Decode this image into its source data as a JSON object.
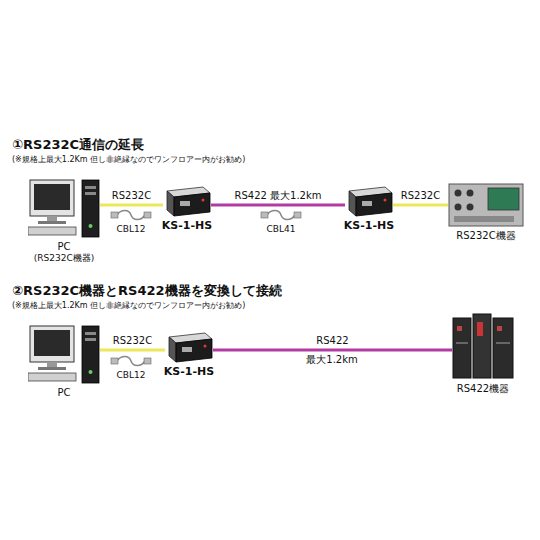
{
  "diagram": {
    "nodes": [
      {
        "text": [
          "PC",
          "(RS232C機器)"
        ]
      },
      {
        "text": [
          "KS-1-HS"
        ]
      },
      {
        "text": [
          "KS-1-HS"
        ]
      },
      {
        "text": [
          "RS232C機器"
        ]
      },
      {
        "text": [
          "PC"
        ]
      },
      {
        "text": [
          "KS-1-HS"
        ]
      },
      {
        "text": [
          "RS422機器"
        ]
      }
    ],
    "edges": [
      {
        "from": 0,
        "to": 1,
        "arrow": "none",
        "label": "RS232C"
      },
      {
        "from": 1,
        "to": 2,
        "arrow": "none",
        "label": "RS422 最大1.2km"
      },
      {
        "from": 2,
        "to": 3,
        "arrow": "none",
        "label": "RS232C"
      },
      {
        "from": 4,
        "to": 5,
        "arrow": "none",
        "label": "RS232C"
      },
      {
        "from": 5,
        "to": 6,
        "arrow": "none",
        "label": "RS422"
      }
    ],
    "labels": [
      "①RS232C通信の延長",
      "(※規格上最大1.2Km 但し非絶縁なのでワンフロアー内がお勧め)",
      "CBL12",
      "CBL41",
      "②RS232C機器とRS422機器を変換して接続",
      "(※規格上最大1.2Km 但し非絶縁なのでワンフロアー内がお勧め)",
      "CBL12",
      "最大1.2km"
    ]
  }
}
